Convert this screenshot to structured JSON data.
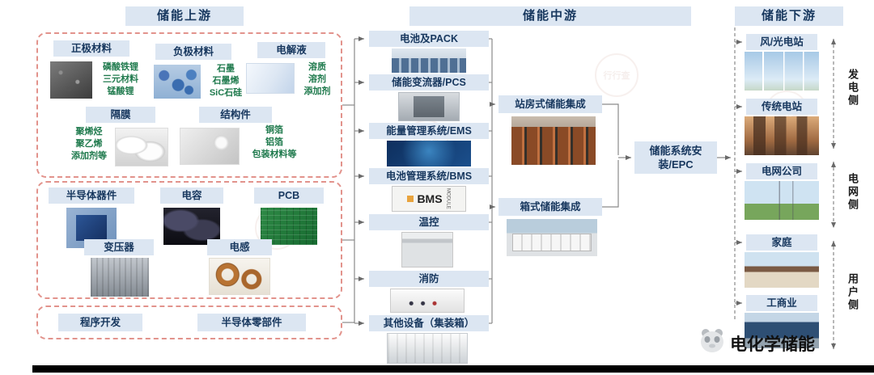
{
  "colors": {
    "label_bg": "#dce6f2",
    "label_text": "#17375e",
    "sub_text": "#1f7a4d",
    "dashed_border": "#e2938c",
    "arrow": "#777777"
  },
  "upstream": {
    "title": "储能上游",
    "materials": [
      {
        "label": "正极材料",
        "subs": [
          "磷酸铁锂",
          "三元材料",
          "锰酸锂"
        ]
      },
      {
        "label": "负极材料",
        "subs": [
          "石墨",
          "石墨烯",
          "SiC石硅"
        ]
      },
      {
        "label": "电解液",
        "subs": [
          "溶质",
          "溶剂",
          "添加剂"
        ]
      },
      {
        "label": "隔膜",
        "subs": [
          "聚烯烃",
          "聚乙烯",
          "添加剂等"
        ]
      },
      {
        "label": "结构件",
        "subs": [
          "铜箔",
          "铝箔",
          "包装材料等"
        ]
      }
    ],
    "electronics": [
      "半导体器件",
      "电容",
      "PCB",
      "变压器",
      "电感"
    ],
    "others": [
      "程序开发",
      "半导体零部件"
    ]
  },
  "midstream": {
    "title": "储能中游",
    "components": [
      "电池及PACK",
      "储能变流器/PCS",
      "能量管理系统/EMS",
      "电池管理系统/BMS",
      "温控",
      "消防",
      "其他设备（集装箱）"
    ],
    "integrations": [
      "站房式储能集成",
      "箱式储能集成"
    ],
    "epc": "储能系统安装/EPC",
    "bms_chip": {
      "text": "BMS",
      "module": "MODULE"
    }
  },
  "downstream": {
    "title": "储能下游",
    "stations": [
      "风/光电站",
      "传统电站",
      "电网公司",
      "家庭",
      "工商业"
    ],
    "sides": [
      "发电侧",
      "电网侧",
      "用户侧"
    ]
  },
  "footer": {
    "brand": "电化学储能"
  },
  "watermark": {
    "text": "行行查"
  }
}
